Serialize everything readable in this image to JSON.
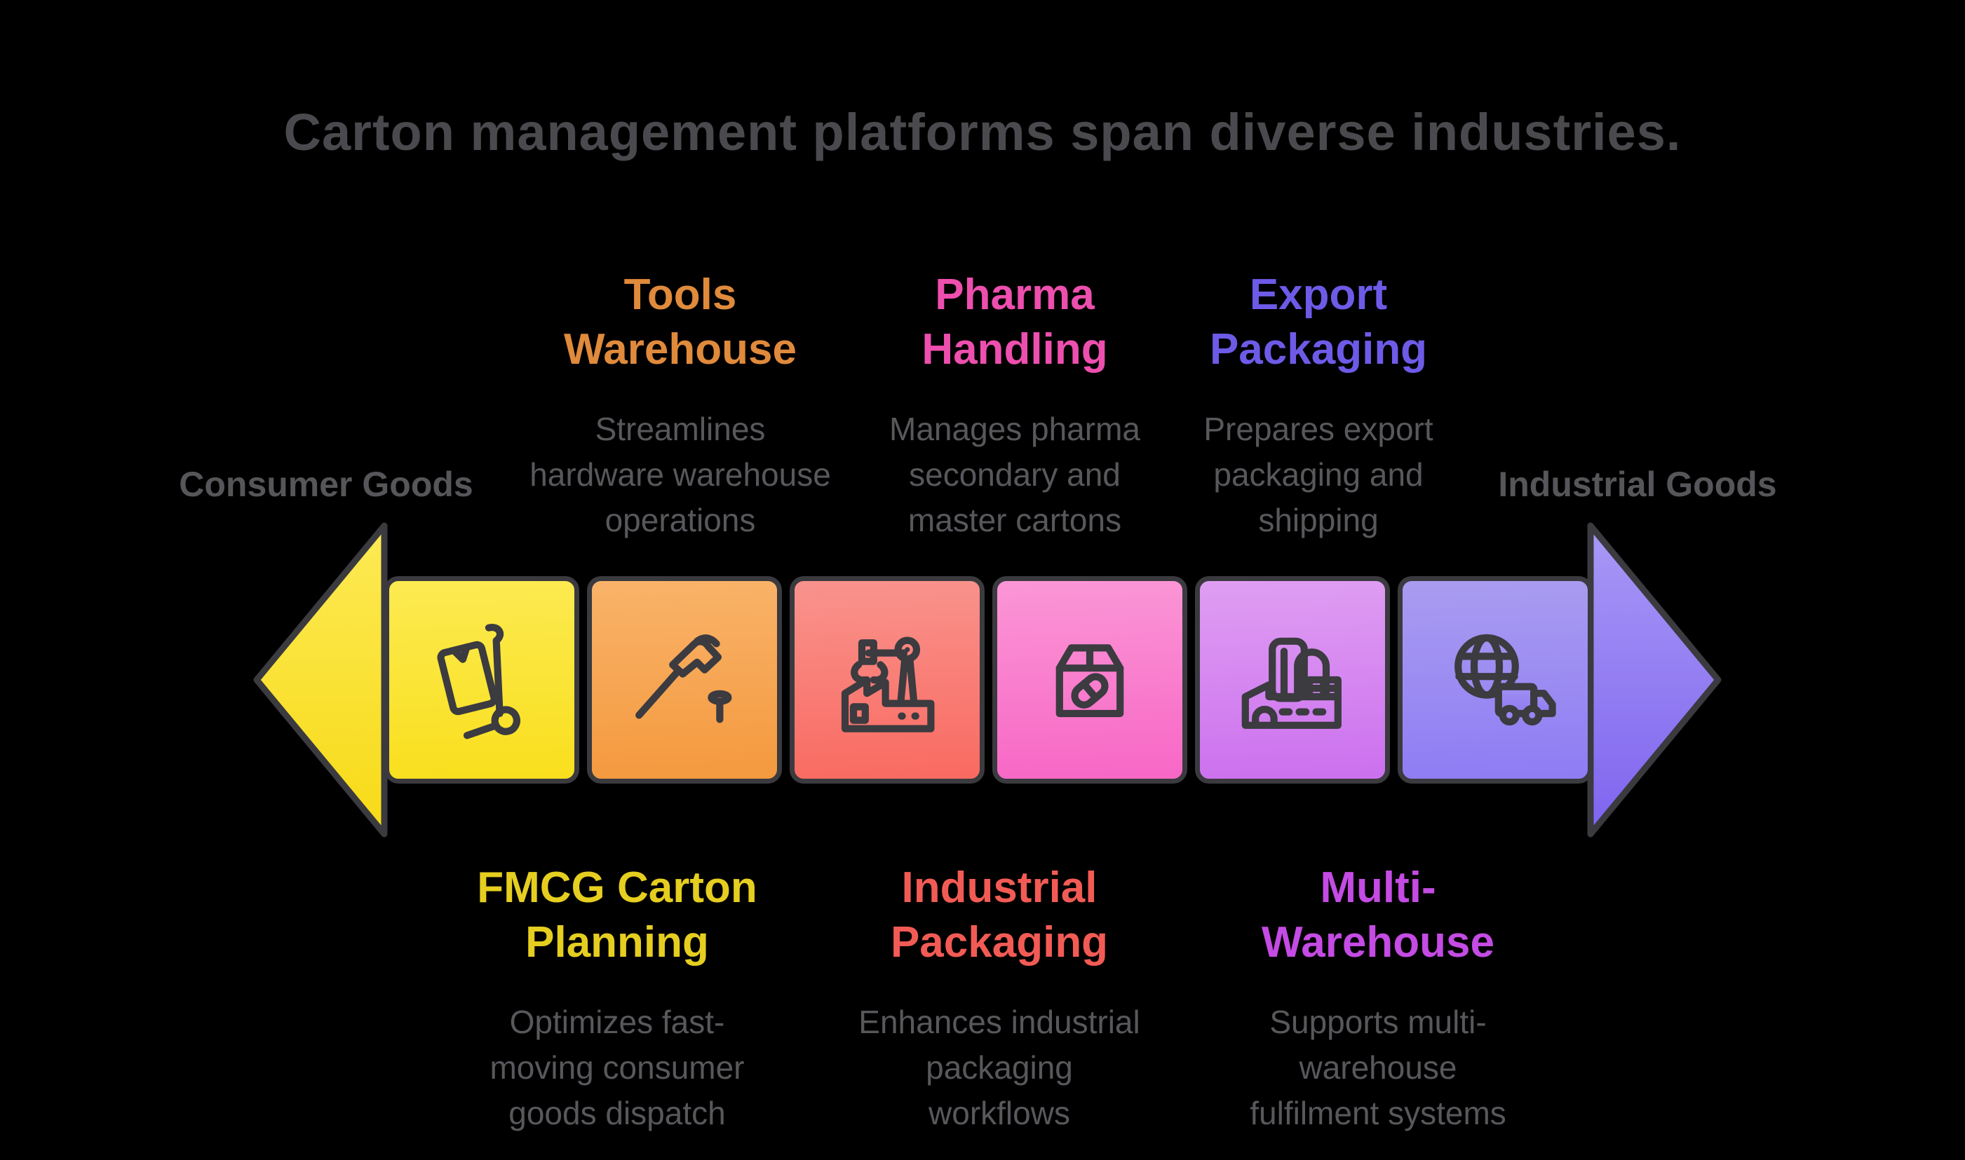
{
  "title": "Carton management platforms span diverse industries.",
  "arrow": {
    "left_label": "Consumer Goods",
    "right_label": "Industrial Goods",
    "left_arrowhead_gradient": [
      "#fdea55",
      "#f7da16"
    ],
    "right_arrowhead_gradient": [
      "#a998f6",
      "#7e64ef"
    ]
  },
  "top_groups": [
    {
      "heading": "Tools\nWarehouse",
      "color": "#e08a3c",
      "description": "Streamlines\nhardware warehouse\noperations"
    },
    {
      "heading": "Pharma\nHandling",
      "color": "#ed4fae",
      "description": "Manages pharma\nsecondary and\nmaster cartons"
    },
    {
      "heading": "Export\nPackaging",
      "color": "#6d5be8",
      "description": "Prepares export\npackaging and\nshipping"
    }
  ],
  "bottom_groups": [
    {
      "heading": "FMCG Carton\nPlanning",
      "color": "#e5ce20",
      "description": "Optimizes fast-\nmoving consumer\ngoods dispatch"
    },
    {
      "heading": "Industrial\nPackaging",
      "color": "#f25b55",
      "description": "Enhances industrial\npackaging\nworkflows"
    },
    {
      "heading": "Multi-\nWarehouse",
      "color": "#c44be3",
      "description": "Supports multi-\nwarehouse\nfulfilment systems"
    }
  ],
  "segments": [
    {
      "icon": "hand-truck-icon",
      "gradient": [
        "#fcea51",
        "#f9df1d"
      ]
    },
    {
      "icon": "hammer-nail-icon",
      "gradient": [
        "#f9b369",
        "#f4993e"
      ]
    },
    {
      "icon": "factory-crane-icon",
      "gradient": [
        "#f9938d",
        "#f96a61"
      ]
    },
    {
      "icon": "pharma-carton-icon",
      "gradient": [
        "#fb96d6",
        "#f767c5"
      ]
    },
    {
      "icon": "warehouse-building-icon",
      "gradient": [
        "#df9ef2",
        "#cc70ee"
      ]
    },
    {
      "icon": "globe-truck-icon",
      "gradient": [
        "#a99cf0",
        "#8e7cf4"
      ]
    }
  ]
}
